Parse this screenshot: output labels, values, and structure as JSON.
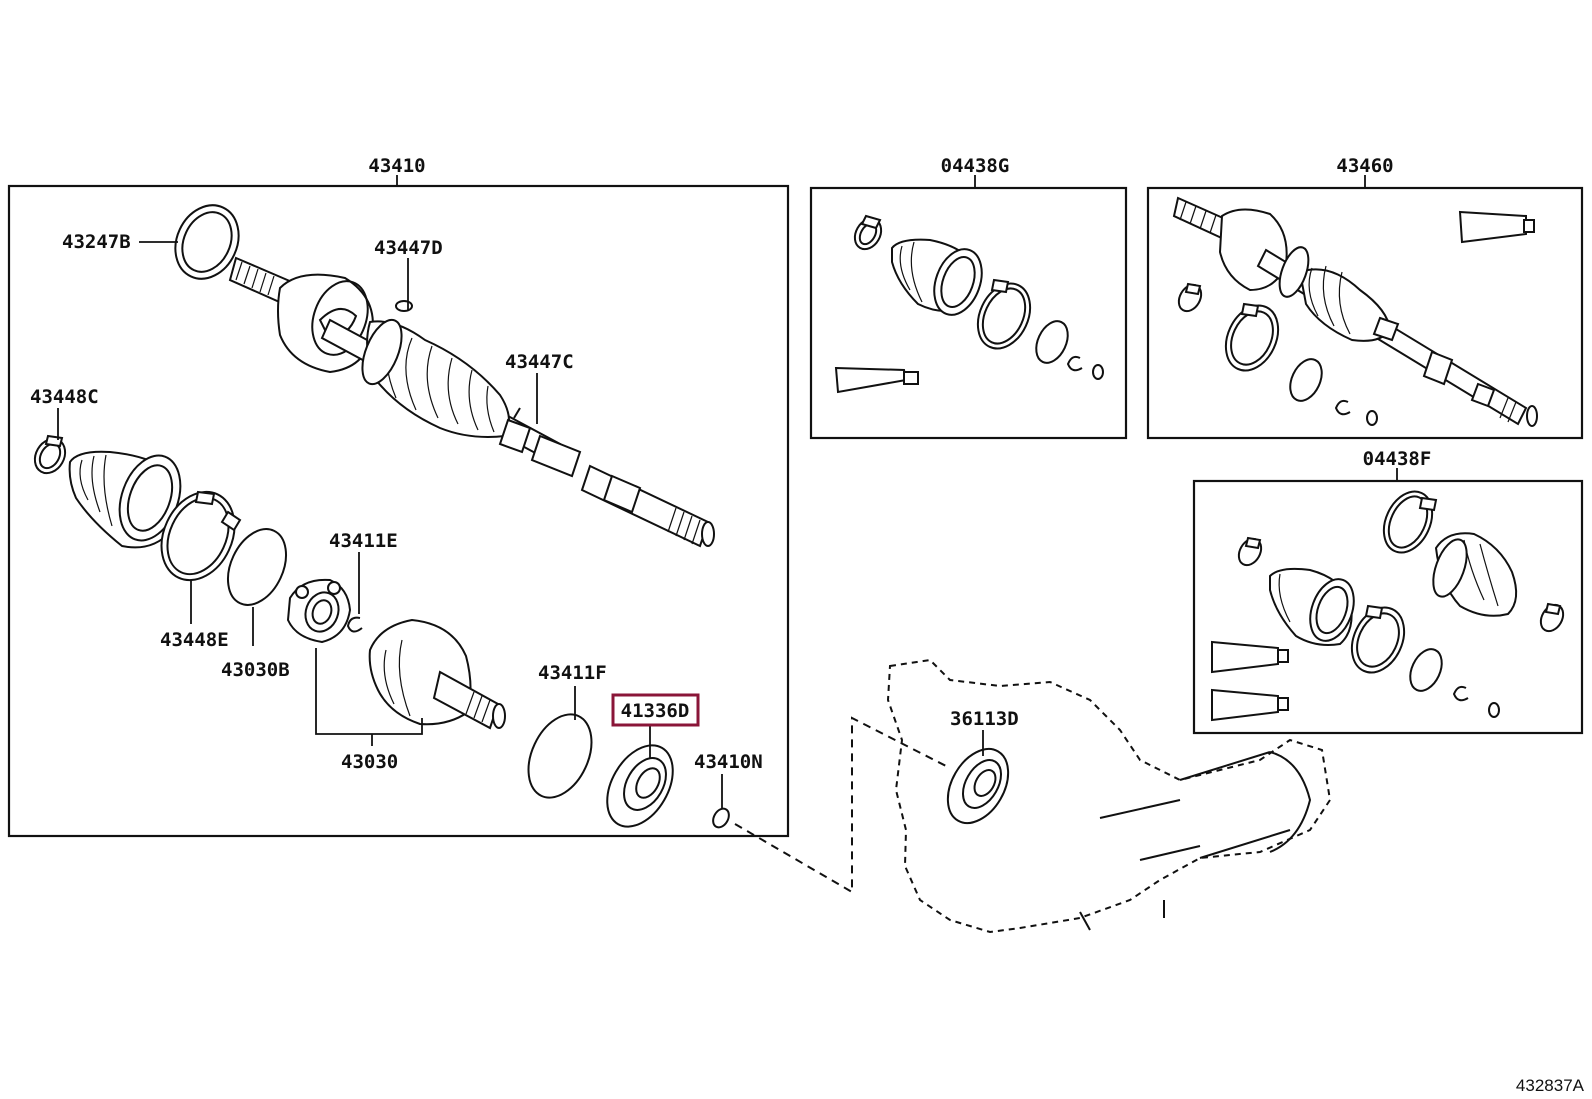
{
  "diagram": {
    "ref_code": "432837A",
    "highlight_color": "#8a1538",
    "groups": {
      "main_assembly": "43410",
      "boot_kit_g": "04438G",
      "shaft_assembly": "43460",
      "boot_kit_f": "04438F"
    },
    "parts": {
      "p43247B": "43247B",
      "p43447D": "43447D",
      "p43447C": "43447C",
      "p43448C": "43448C",
      "p43411E": "43411E",
      "p43448E": "43448E",
      "p43030B": "43030B",
      "p43030": "43030",
      "p43411F": "43411F",
      "p41336D": "41336D",
      "p43410N": "43410N",
      "p36113D": "36113D"
    },
    "selected_part": "41336D"
  }
}
